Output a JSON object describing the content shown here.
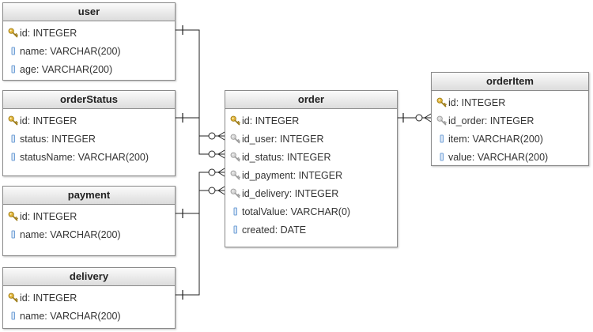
{
  "colors": {
    "key_gold": "#e2b53a",
    "foreign_key_gray": "#9a9a9a",
    "column_blue": "#6f9fd6",
    "line": "#222222"
  },
  "tables": {
    "user": {
      "title": "user",
      "columns": [
        {
          "text": "id: INTEGER",
          "icon": "primary-key-icon"
        },
        {
          "text": "name: VARCHAR(200)",
          "icon": "column-icon"
        },
        {
          "text": "age: VARCHAR(200)",
          "icon": "column-icon"
        }
      ]
    },
    "orderStatus": {
      "title": "orderStatus",
      "columns": [
        {
          "text": "id: INTEGER",
          "icon": "primary-key-icon"
        },
        {
          "text": "status: INTEGER",
          "icon": "column-icon"
        },
        {
          "text": "statusName: VARCHAR(200)",
          "icon": "column-icon"
        }
      ]
    },
    "payment": {
      "title": "payment",
      "columns": [
        {
          "text": "id: INTEGER",
          "icon": "primary-key-icon"
        },
        {
          "text": "name: VARCHAR(200)",
          "icon": "column-icon"
        }
      ]
    },
    "delivery": {
      "title": "delivery",
      "columns": [
        {
          "text": "id: INTEGER",
          "icon": "primary-key-icon"
        },
        {
          "text": "name: VARCHAR(200)",
          "icon": "column-icon"
        }
      ]
    },
    "order": {
      "title": "order",
      "columns": [
        {
          "text": "id: INTEGER",
          "icon": "primary-key-icon"
        },
        {
          "text": "id_user: INTEGER",
          "icon": "foreign-key-icon"
        },
        {
          "text": "id_status: INTEGER",
          "icon": "foreign-key-icon"
        },
        {
          "text": "id_payment: INTEGER",
          "icon": "foreign-key-icon"
        },
        {
          "text": "id_delivery: INTEGER",
          "icon": "foreign-key-icon"
        },
        {
          "text": "totalValue: VARCHAR(0)",
          "icon": "column-icon"
        },
        {
          "text": "created: DATE",
          "icon": "column-icon"
        }
      ]
    },
    "orderItem": {
      "title": "orderItem",
      "columns": [
        {
          "text": "id: INTEGER",
          "icon": "primary-key-icon"
        },
        {
          "text": "id_order: INTEGER",
          "icon": "foreign-key-icon"
        },
        {
          "text": "item: VARCHAR(200)",
          "icon": "column-icon"
        },
        {
          "text": "value: VARCHAR(200)",
          "icon": "column-icon"
        }
      ]
    }
  },
  "relationships": [
    {
      "from": "user.id",
      "to": "order.id_user",
      "cardinality": "one-to-many"
    },
    {
      "from": "orderStatus.id",
      "to": "order.id_status",
      "cardinality": "one-to-many"
    },
    {
      "from": "payment.id",
      "to": "order.id_payment",
      "cardinality": "one-to-many"
    },
    {
      "from": "delivery.id",
      "to": "order.id_delivery",
      "cardinality": "one-to-many"
    },
    {
      "from": "order.id",
      "to": "orderItem.id_order",
      "cardinality": "one-to-many"
    }
  ]
}
